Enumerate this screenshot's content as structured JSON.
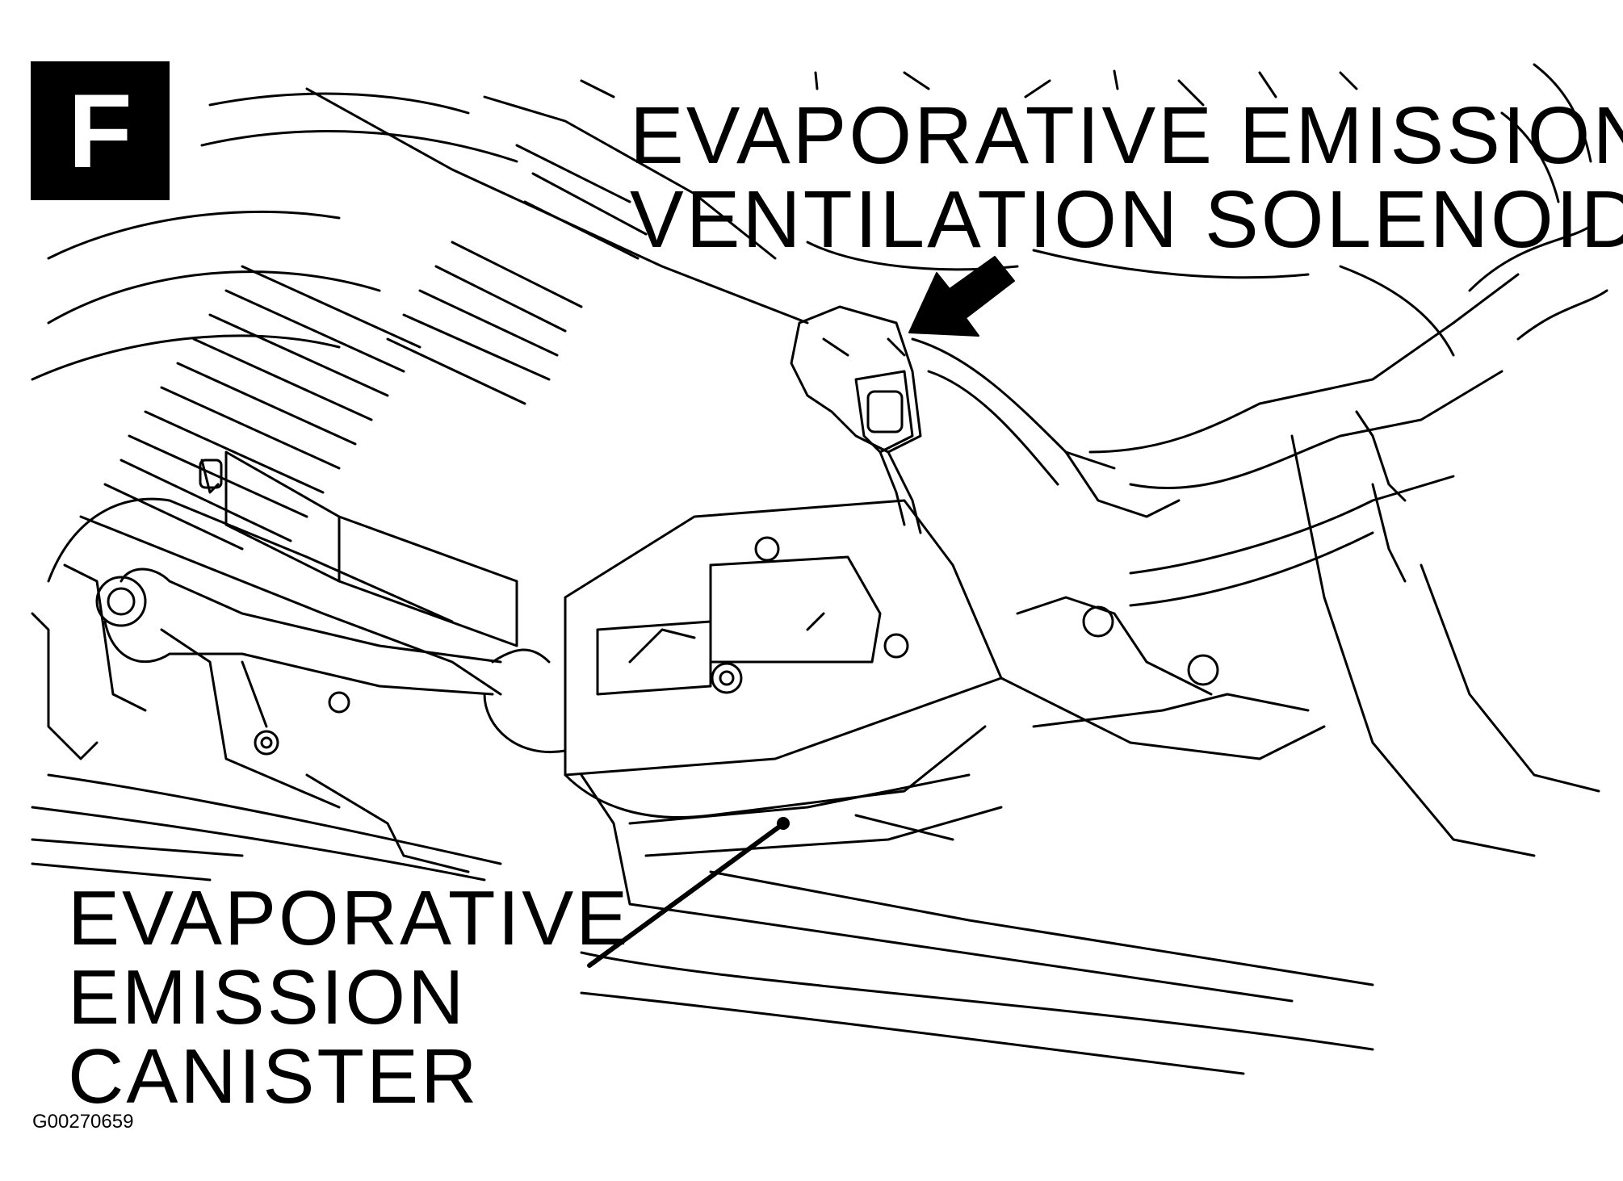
{
  "figure": {
    "badge_letter": "F",
    "figure_id": "G00270659"
  },
  "callouts": {
    "solenoid": {
      "line1": "EVAPORATIVE EMISSION",
      "line2": "VENTILATION SOLENOID"
    },
    "canister": {
      "line1": "EVAPORATIVE",
      "line2": "EMISSION",
      "line3": "CANISTER"
    }
  },
  "colors": {
    "line": "#000000",
    "background": "#ffffff"
  }
}
